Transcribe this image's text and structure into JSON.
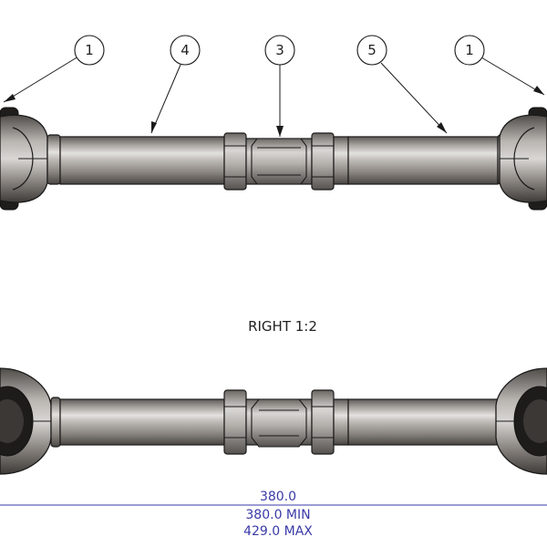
{
  "balloons": [
    {
      "label": "1"
    },
    {
      "label": "4"
    },
    {
      "label": "3"
    },
    {
      "label": "5"
    },
    {
      "label": "1"
    }
  ],
  "view_label": "RIGHT 1:2",
  "dimension": {
    "nominal": "380.0",
    "min": "380.0 MIN",
    "max": "429.0 MAX"
  },
  "colors": {
    "dimension": "#3a3aa8",
    "outline": "#1a1a1a",
    "steel": "#9a9590"
  }
}
